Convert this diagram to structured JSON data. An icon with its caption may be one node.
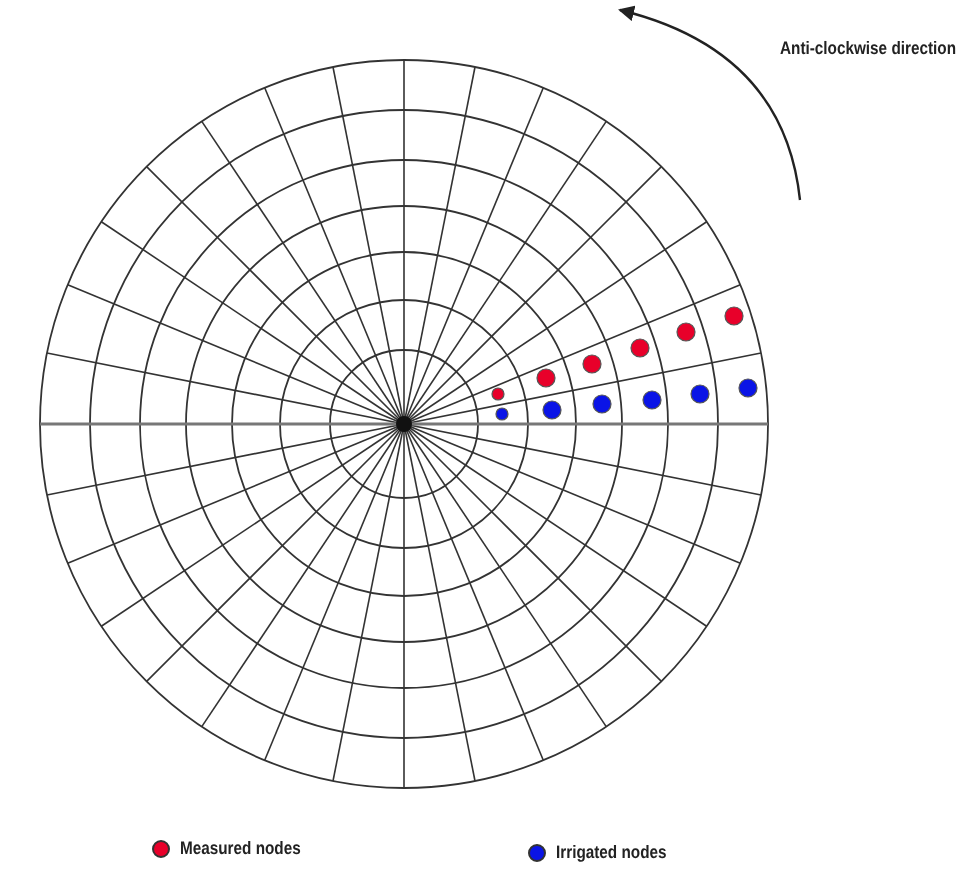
{
  "diagram": {
    "labels": [
      "Anti-clockwise direction"
    ],
    "legend": [
      {
        "text": "Measured nodes",
        "color": "#e8002a"
      },
      {
        "text": "Irrigated nodes",
        "color": "#0a14e6"
      }
    ]
  }
}
